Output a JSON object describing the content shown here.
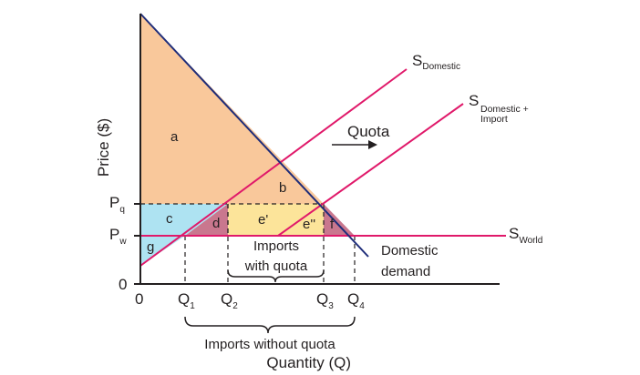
{
  "diagram": {
    "y_axis_label": "Price ($)",
    "x_axis_label": "Quantity (Q)",
    "origin_label": "0",
    "y_ticks": {
      "pq": {
        "main": "P",
        "sub": "q"
      },
      "pw": {
        "main": "P",
        "sub": "w"
      },
      "zero": "0"
    },
    "x_ticks": {
      "zero": "0",
      "q1": {
        "main": "Q",
        "sub": "1"
      },
      "q2": {
        "main": "Q",
        "sub": "2"
      },
      "q3": {
        "main": "Q",
        "sub": "3"
      },
      "q4": {
        "main": "Q",
        "sub": "4"
      }
    },
    "area_labels": {
      "a": "a",
      "b": "b",
      "c": "c",
      "d": "d",
      "e1": "e'",
      "e2": "e''",
      "f": "f",
      "g": "g"
    },
    "curves": {
      "s_domestic": {
        "main": "S",
        "sub": "Domestic"
      },
      "s_domestic_import": {
        "main": "S",
        "sub1": "Domestic +",
        "sub2": "Import"
      },
      "s_world": {
        "main": "S",
        "sub": "World"
      },
      "demand_line1": "Domestic",
      "demand_line2": "demand"
    },
    "annotations": {
      "quota": "Quota",
      "imports_with_quota_line1": "Imports",
      "imports_with_quota_line2": "with quota",
      "imports_without_quota": "Imports without quota"
    },
    "colors": {
      "consumer_surplus": "#f9c89b",
      "area_c": "#aee3f2",
      "area_d_f": "#c9778e",
      "area_e": "#fce49a",
      "supply_lines": "#e0196a",
      "demand_line": "#1f2d7a",
      "axes": "#231f20"
    }
  }
}
